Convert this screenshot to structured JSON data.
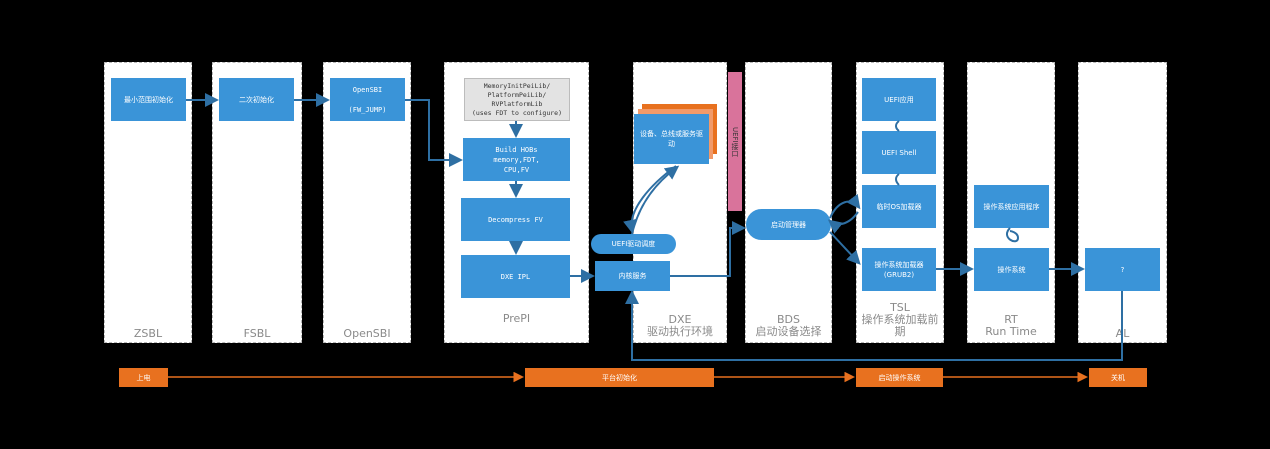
{
  "columns": {
    "zsbl": "ZSBL",
    "fsbl": "FSBL",
    "opensbi": "OpenSBI",
    "prepi": "PrePI",
    "dxe": "DXE\n驱动执行环境",
    "bds": "BDS\n启动设备选择",
    "tsl": "TSL\n操作系统加载前\n期",
    "rt": "RT\nRun Time",
    "al": "AL"
  },
  "boxes": {
    "zsbl_init": "最小范围初始化",
    "fsbl_init": "二次初始化",
    "opensbi": "OpenSBI\n\n(FW_JUMP)",
    "prepi_libs": "MemoryInitPeiLib/\nPlatformPeiLib/\nRVPlatformLib\n(uses FDT to configure)",
    "build_hobs": "Build HOBs\nmemory,FDT,\nCPU,FV",
    "decompress_fv": "Decompress FV",
    "dxe_ipl": "DXE IPL",
    "device_driver": "设备、总线或服务驱\n动",
    "uefi_dispatcher": "UEFI驱动调度",
    "core_services": "内核服务",
    "uefi_interface": "UEFI接口",
    "boot_manager": "启动管理器",
    "uefi_app": "UEFI应用",
    "uefi_shell": "UEFI Shell",
    "temp_os_loader": "临时OS加载器",
    "os_loader": "操作系统加载器\n(GRUB2)",
    "os_app": "操作系统应用程序",
    "os": "操作系统",
    "unknown": "?"
  },
  "timeline": {
    "power_on": "上电",
    "platform_init": "平台初始化",
    "boot_os": "启动操作系统",
    "shutdown": "关机"
  },
  "colors": {
    "box_blue": "#3a94d8",
    "arrow_blue": "#2e6fa3",
    "orange": "#e8711f",
    "pink": "#d9739b",
    "background": "#000000"
  }
}
